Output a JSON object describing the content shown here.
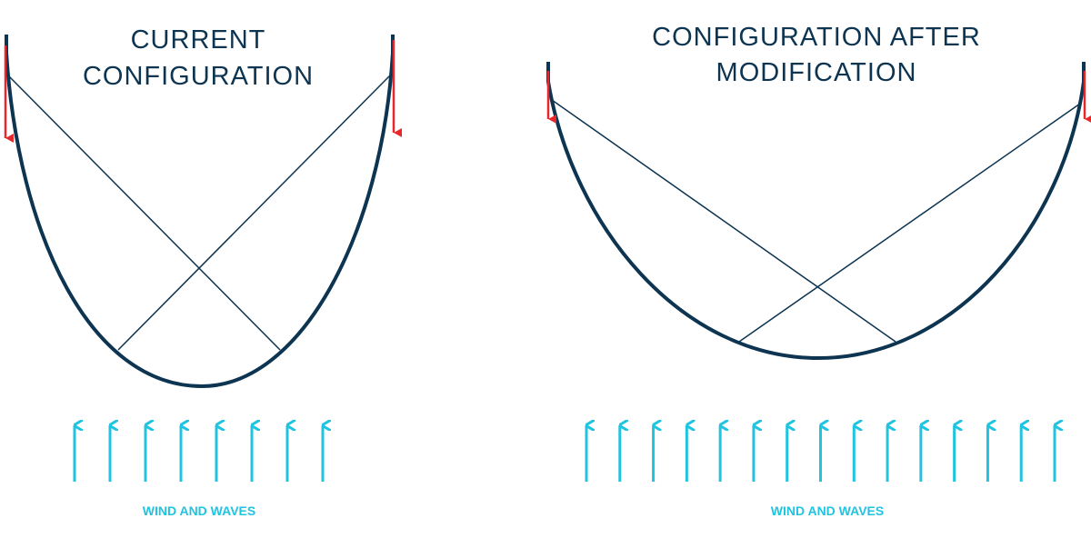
{
  "colors": {
    "line": "#0d3451",
    "force_arrow": "#e8272a",
    "wind_arrow": "#20c4e0",
    "background": "#ffffff"
  },
  "panels": [
    {
      "id": "current",
      "title_lines": [
        "CURRENT",
        "CONFIGURATION"
      ],
      "caption": "WIND AND WAVES",
      "wind_arrow_count": 8
    },
    {
      "id": "modified",
      "title_lines": [
        "CONFIGURATION AFTER",
        "MODIFICATION"
      ],
      "caption": "WIND AND WAVES",
      "wind_arrow_count": 15
    }
  ]
}
